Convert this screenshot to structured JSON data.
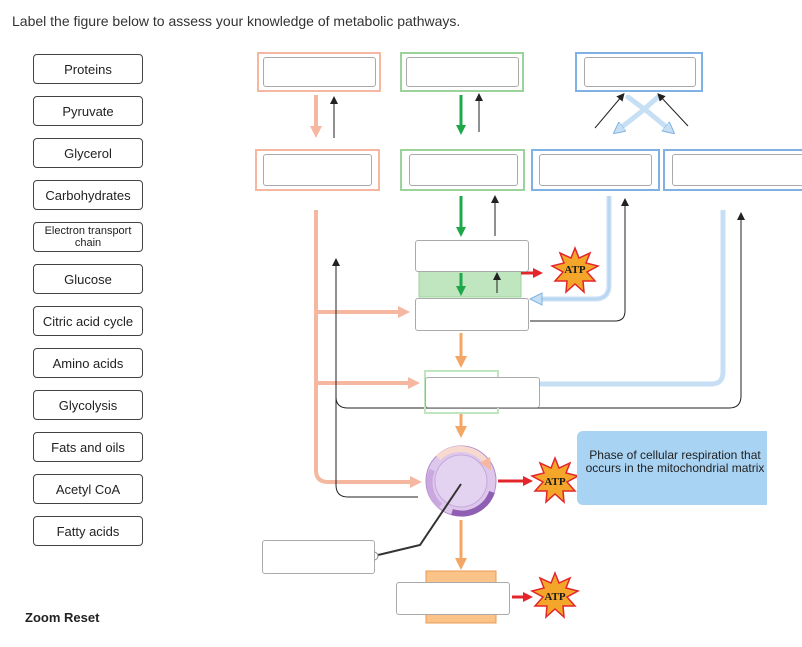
{
  "instruction": "Label the figure below to assess your knowledge of metabolic pathways.",
  "labels": [
    "Proteins",
    "Pyruvate",
    "Glycerol",
    "Carbohydrates",
    "Electron transport chain",
    "Glucose",
    "Citric acid cycle",
    "Amino acids",
    "Glycolysis",
    "Fats and oils",
    "Acetyl CoA",
    "Fatty acids"
  ],
  "callout": "Phase of cellular respiration that occurs in the mitochondrial matrix",
  "atp": "ATP",
  "zoom": {
    "zoom": "Zoom",
    "reset": "Reset"
  },
  "colors": {
    "protein": "#f5b7a0",
    "carb": "#9bd39b",
    "fat": "#7fb2e2",
    "green_arrow": "#1ea84a",
    "orange_arrow": "#f4a664",
    "red_arrow": "#e3262b",
    "callout": "#a9d3f3"
  }
}
